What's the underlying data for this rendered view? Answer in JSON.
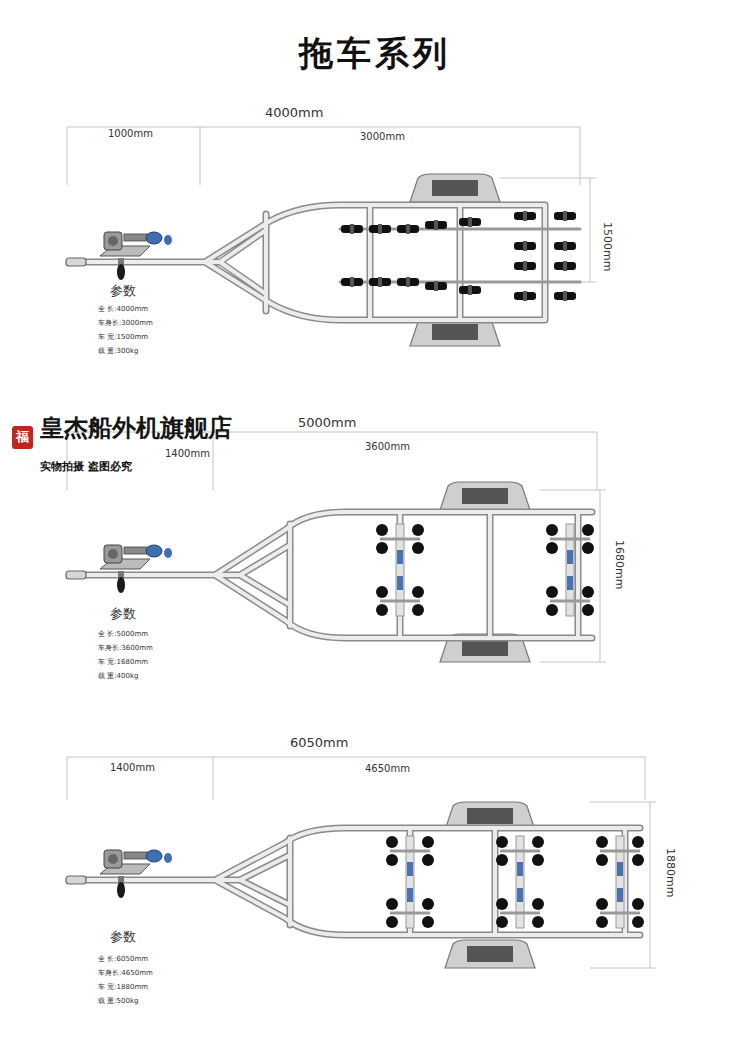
{
  "diagram": {
    "title": "拖车系列",
    "nodes": [
      {
        "text": [
          "福"
        ]
      }
    ],
    "labels": [
      "4000mm",
      "1000mm",
      "3000mm",
      "1500mm",
      "参数",
      "全 长:4000mm",
      "车身长:3000mm",
      "车 宽:1500mm",
      "载 重:300kg",
      "5000mm",
      "1400mm",
      "3600mm",
      "1680mm",
      "参数",
      "全 长:5000mm",
      "车身长:3600mm",
      "车 宽:1680mm",
      "载 重:400kg",
      "6050mm",
      "1400mm",
      "4650mm",
      "1880mm",
      "参数",
      "全 长:6050mm",
      "车身长:4650mm",
      "车 宽:1880mm",
      "载 重:500kg",
      "皇杰船外机旗舰店",
      "实物拍摄 盗图必究"
    ]
  }
}
